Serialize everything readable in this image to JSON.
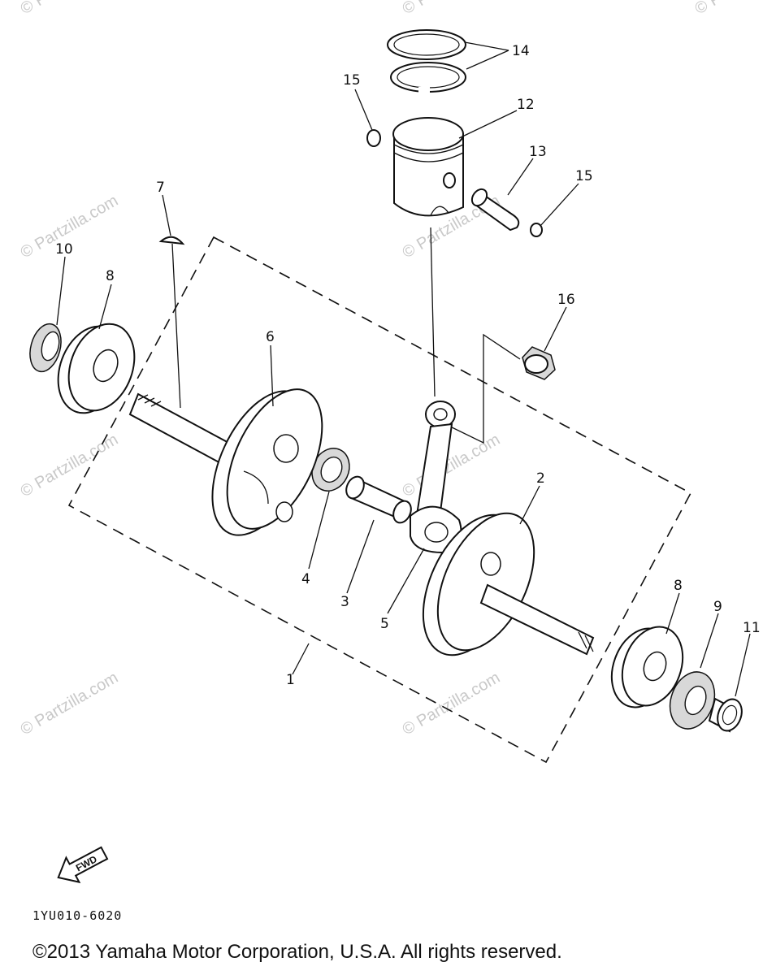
{
  "callouts": [
    "14",
    "15",
    "12",
    "13",
    "15",
    "7",
    "10",
    "8",
    "6",
    "16",
    "2",
    "4",
    "3",
    "5",
    "8",
    "9",
    "11",
    "1"
  ],
  "watermarks": [
    "© Partzilla.com",
    "© Partzilla.com",
    "© Partzilla.com",
    "© Partzilla.com",
    "© Partzilla.com",
    "© Partzilla.com",
    "© Partzilla.com",
    "© Partzilla.com",
    "© Partzilla.com"
  ],
  "fwd_label": "FWD",
  "diagram_code": "1YU010-6020",
  "copyright": "©2013 Yamaha Motor Corporation, U.S.A. All rights reserved."
}
